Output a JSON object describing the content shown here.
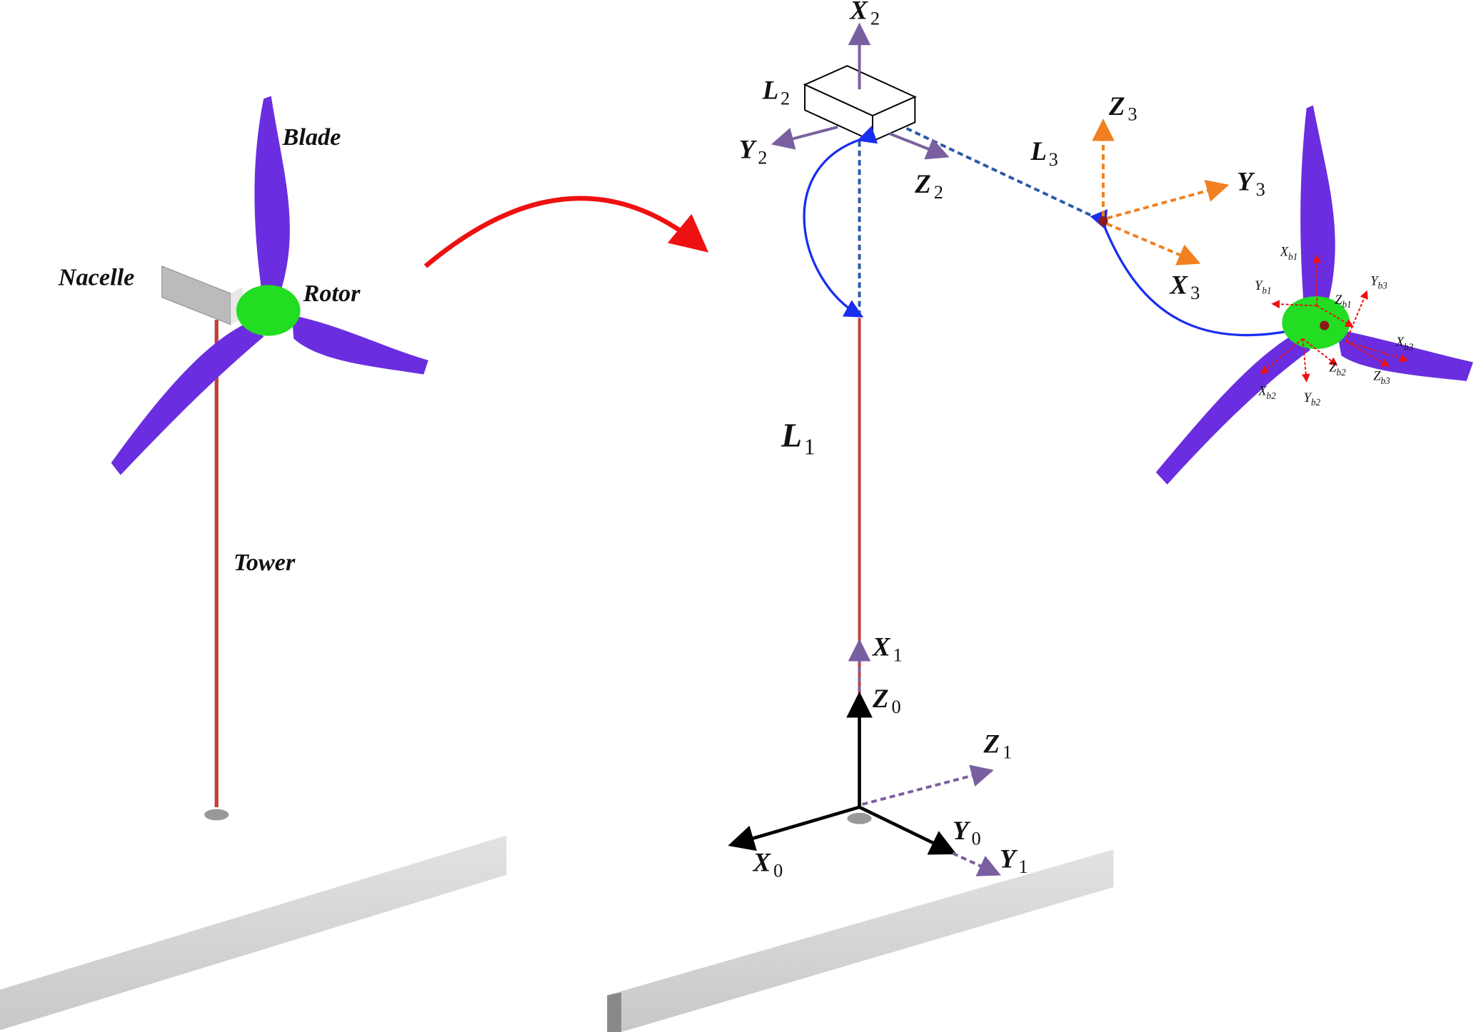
{
  "left_labels": {
    "blade": "Blade",
    "nacelle": "Nacelle",
    "rotor": "Rotor",
    "tower": "Tower"
  },
  "frames": {
    "L1": {
      "m": "L",
      "s": "1"
    },
    "L2": {
      "m": "L",
      "s": "2"
    },
    "L3": {
      "m": "L",
      "s": "3"
    },
    "X0": {
      "m": "X",
      "s": "0"
    },
    "Y0": {
      "m": "Y",
      "s": "0"
    },
    "Z0": {
      "m": "Z",
      "s": "0"
    },
    "X1": {
      "m": "X",
      "s": "1"
    },
    "Y1": {
      "m": "Y",
      "s": "1"
    },
    "Z1": {
      "m": "Z",
      "s": "1"
    },
    "X2": {
      "m": "X",
      "s": "2"
    },
    "Y2": {
      "m": "Y",
      "s": "2"
    },
    "Z2": {
      "m": "Z",
      "s": "2"
    },
    "X3": {
      "m": "X",
      "s": "3"
    },
    "Y3": {
      "m": "Y",
      "s": "3"
    },
    "Z3": {
      "m": "Z",
      "s": "3"
    }
  },
  "blade_frames": {
    "Xb1": {
      "m": "X",
      "s": "b1"
    },
    "Yb1": {
      "m": "Y",
      "s": "b1"
    },
    "Zb1": {
      "m": "Z",
      "s": "b1"
    },
    "Xb2": {
      "m": "X",
      "s": "b2"
    },
    "Yb2": {
      "m": "Y",
      "s": "b2"
    },
    "Zb2": {
      "m": "Z",
      "s": "b2"
    },
    "Xb3": {
      "m": "X",
      "s": "b3"
    },
    "Yb3": {
      "m": "Y",
      "s": "b3"
    },
    "Zb3": {
      "m": "Z",
      "s": "b3"
    }
  },
  "colors": {
    "blade": "#6a2ee0",
    "hub": "#22dd22",
    "tower": "#c0403a",
    "link": "#2a5aa8",
    "frame1": "#7a5fa0",
    "frame3": "#f08020",
    "arc": "#1a2ef0",
    "transform": "#ee1111",
    "blade_axis": "#ee1111"
  }
}
